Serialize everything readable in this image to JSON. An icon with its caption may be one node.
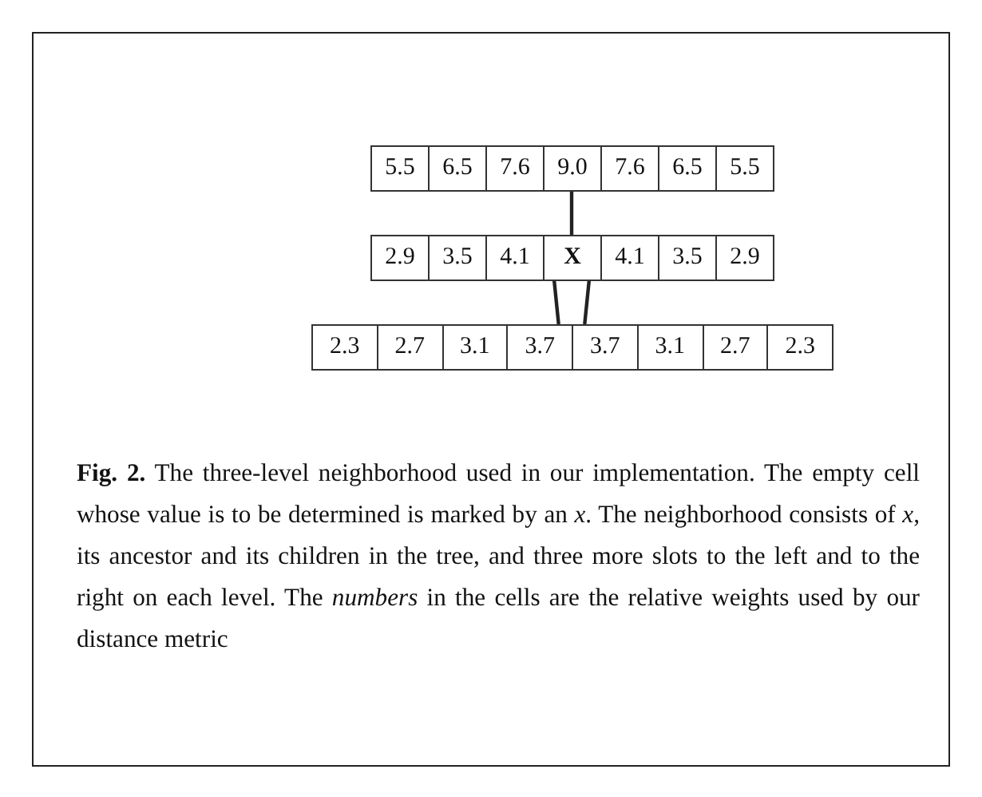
{
  "diagram": {
    "caption": "**Fig. 2.** The three-level neighborhood used in our implementation. The empty cell whose value is to be determined is marked by an *x*. The neighborhood consists of *x*, its ancestor and its children in the tree, and three more slots to the left and to the right on each level. The *numbers* in the cells are the relative weights used by our distance metric",
    "nodes": [
      {
        "text": [
          "5.5"
        ]
      },
      {
        "text": [
          "6.5"
        ]
      },
      {
        "text": [
          "7.6"
        ]
      },
      {
        "text": [
          "9.0"
        ]
      },
      {
        "text": [
          "7.6"
        ]
      },
      {
        "text": [
          "6.5"
        ]
      },
      {
        "text": [
          "5.5"
        ]
      },
      {
        "text": [
          "2.9"
        ]
      },
      {
        "text": [
          "3.5"
        ]
      },
      {
        "text": [
          "4.1"
        ]
      },
      {
        "text": [
          "X"
        ]
      },
      {
        "text": [
          "4.1"
        ]
      },
      {
        "text": [
          "3.5"
        ]
      },
      {
        "text": [
          "2.9"
        ]
      },
      {
        "text": [
          "2.3"
        ]
      },
      {
        "text": [
          "2.7"
        ]
      },
      {
        "text": [
          "3.1"
        ]
      },
      {
        "text": [
          "3.7"
        ]
      },
      {
        "text": [
          "3.7"
        ]
      },
      {
        "text": [
          "3.1"
        ]
      },
      {
        "text": [
          "2.7"
        ]
      },
      {
        "text": [
          "2.3"
        ]
      }
    ],
    "edges": [
      {
        "from": 3,
        "to": 10,
        "arrow": "none"
      },
      {
        "from": 10,
        "to": 17,
        "arrow": "none"
      },
      {
        "from": 10,
        "to": 18,
        "arrow": "none"
      }
    ]
  }
}
